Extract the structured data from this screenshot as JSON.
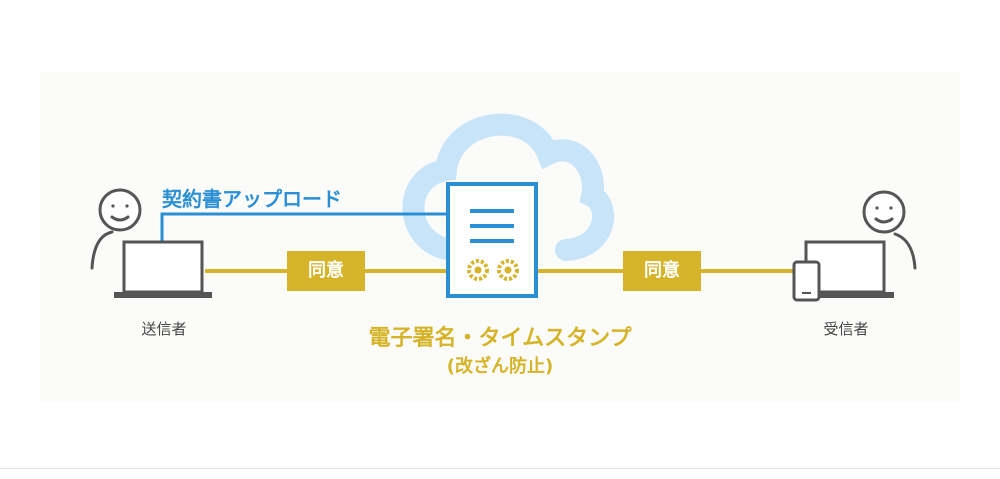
{
  "labels": {
    "upload": "契約書アップロード",
    "sender": "送信者",
    "receiver": "受信者",
    "agree_left": "同意",
    "agree_right": "同意",
    "signature": "電子署名・タイムスタンプ",
    "tamper": "(改ざん防止)"
  },
  "colors": {
    "blue": "#2b8fd6",
    "gold": "#d5b42a",
    "cloud": "#c8e4f8",
    "gray": "#555555",
    "panel": "#fbfbf9"
  },
  "icons": [
    "cloud-icon",
    "document-icon",
    "seal-icon",
    "sender-person-icon",
    "receiver-person-icon",
    "laptop-icon",
    "smartphone-icon"
  ]
}
